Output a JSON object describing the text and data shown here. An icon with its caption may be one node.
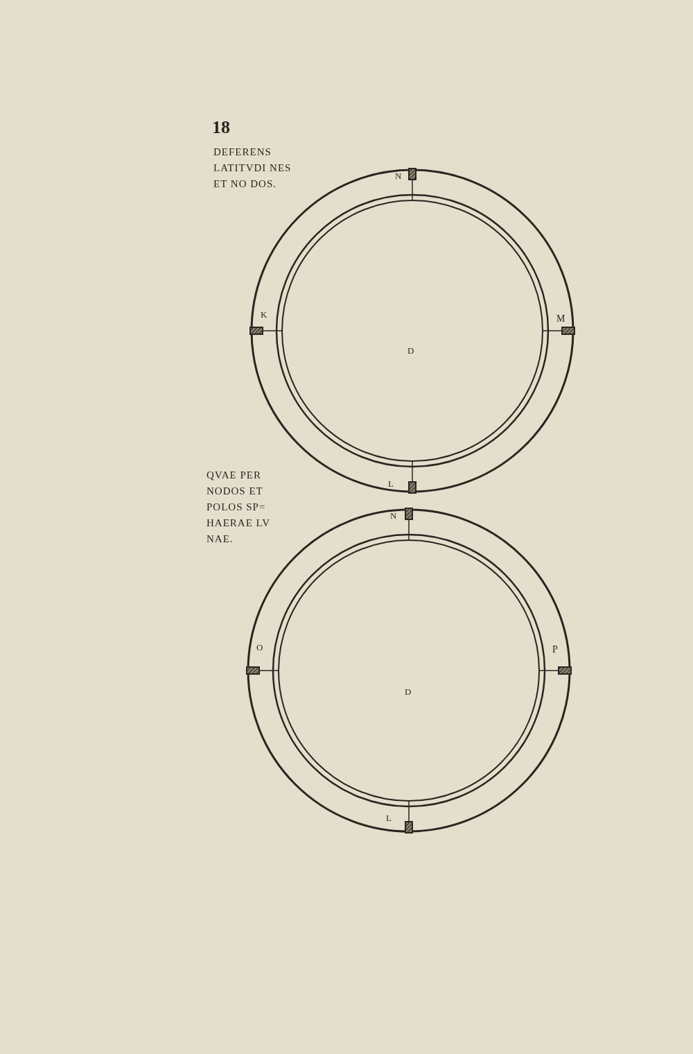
{
  "diagram": {
    "labels": [
      "18",
      "DEFERENS LATITVDI NES ET NO DOS.",
      "N",
      "K",
      "M",
      "D",
      "QVAE PER NODOS ET POLOS SP= HAERAE LV NAE.",
      "L",
      "N",
      "O",
      "P",
      "D",
      "L"
    ]
  }
}
